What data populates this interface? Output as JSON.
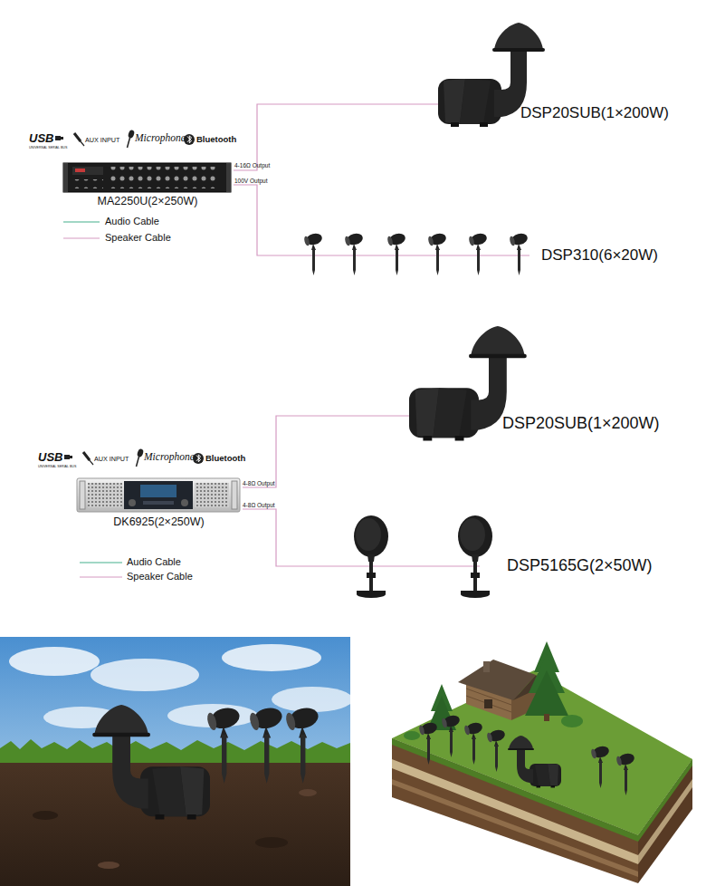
{
  "diagram": {
    "nodes": [
      {
        "text": [
          "DSP20SUB(1×200W)"
        ]
      },
      {
        "text": [
          "MA2250U(2×250W)"
        ]
      },
      {
        "text": [
          "DSP310(6×20W)"
        ]
      },
      {
        "text": [
          "DSP20SUB(1×200W)"
        ]
      },
      {
        "text": [
          "DK6925(2×250W)"
        ]
      },
      {
        "text": [
          "DSP5165G(2×50W)"
        ]
      }
    ],
    "edges": [
      {
        "from": 1,
        "to": 0,
        "label": "4-16Ω Output",
        "arrow": "none"
      },
      {
        "from": 1,
        "to": 2,
        "label": "100V Output",
        "arrow": "none"
      },
      {
        "from": 4,
        "to": 3,
        "label": "4-8Ω Output",
        "arrow": "none"
      },
      {
        "from": 4,
        "to": 5,
        "label": "4-8Ω Output",
        "arrow": "none"
      }
    ],
    "labels": [
      "USB",
      "UNIVERSAL SERIAL BUS",
      "AUX INPUT",
      "Microphone",
      "Bluetooth",
      "USB",
      "UNIVERSAL SERIAL BUS",
      "AUX INPUT",
      "Microphone",
      "Bluetooth"
    ],
    "legend": [
      {
        "text": "Audio Cable"
      },
      {
        "text": "Speaker Cable"
      },
      {
        "text": "Audio Cable"
      },
      {
        "text": "Speaker Cable"
      }
    ]
  }
}
